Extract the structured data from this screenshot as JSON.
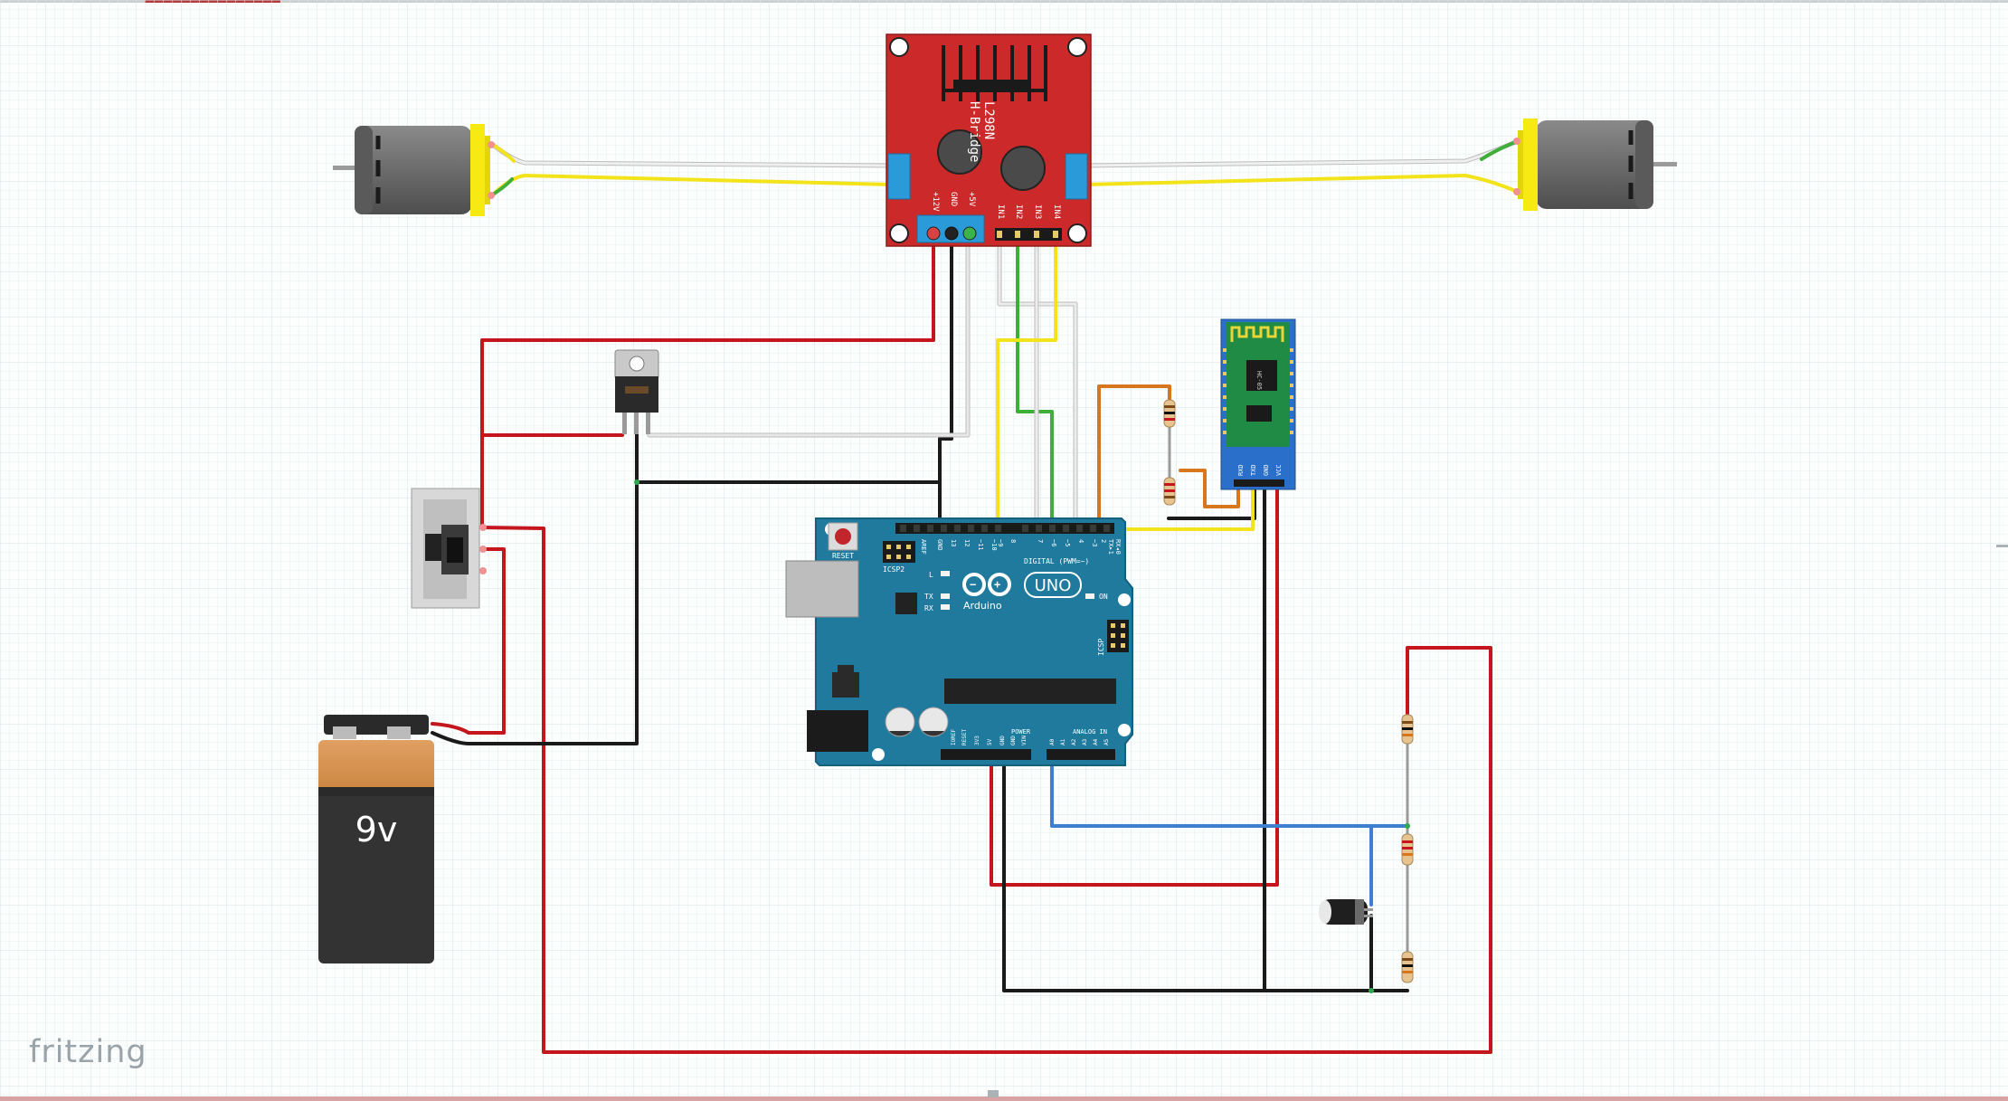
{
  "app": {
    "brand": "fritzing"
  },
  "battery": {
    "label": "9v"
  },
  "hbridge": {
    "title_line1": "L298N",
    "title_line2": "H-Bridge",
    "power_pins": [
      "+12V",
      "GND",
      "+5V"
    ],
    "input_pins": [
      "IN1",
      "IN2",
      "IN3",
      "IN4"
    ]
  },
  "arduino": {
    "reset_label": "RESET",
    "icsp2_label": "ICSP2",
    "icsp_label": "ICSP",
    "led_l": "L",
    "led_tx": "TX",
    "led_rx": "RX",
    "led_on": "ON",
    "logo_text": "UNO",
    "brand": "Arduino",
    "digital_header": "DIGITAL (PWM=~)",
    "digital_pins": [
      "AREF",
      "GND",
      "13",
      "12",
      "~11",
      "~10",
      "~9",
      "8",
      "7",
      "~6",
      "~5",
      "4",
      "~3",
      "2",
      "TX▸1",
      "RX◂0"
    ],
    "power_header": "POWER",
    "analog_header": "ANALOG IN",
    "power_pins": [
      "IOREF",
      "RESET",
      "3V3",
      "5V",
      "GND",
      "GND",
      "VIN"
    ],
    "analog_pins": [
      "A0",
      "A1",
      "A2",
      "A3",
      "A4",
      "A5"
    ]
  },
  "bluetooth": {
    "model": "HC-05",
    "pins": [
      "RXD",
      "TXD",
      "GND",
      "VCC"
    ]
  },
  "colors": {
    "wire_red": "#c4161c",
    "wire_black": "#1a1a1a",
    "wire_yellow": "#f2e31b",
    "wire_green": "#3fae3a",
    "wire_white": "#d9d9d9",
    "wire_orange": "#d8761e",
    "wire_blue": "#3f7fd1",
    "hbridge_board": "#cc2a2a",
    "arduino_board": "#1f7a9e",
    "bluetooth_board": "#2a6fc9"
  }
}
